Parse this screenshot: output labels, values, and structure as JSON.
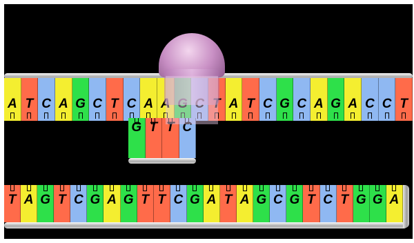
{
  "scene": {
    "description_icon": "dna-replication-diagram",
    "colors": {
      "A": "#f4ee30",
      "T": "#ff6b4a",
      "C": "#8fb8f2",
      "G": "#2ee04a",
      "backbone": "#c9c9c9",
      "enzyme": "#d8a6d6",
      "background": "#000000"
    },
    "template_strand_top": [
      "A",
      "T",
      "C",
      "A",
      "G",
      "C",
      "T",
      "C",
      "A",
      "A",
      "G",
      "C",
      "T",
      "A",
      "T",
      "C",
      "G",
      "C",
      "A",
      "G",
      "A",
      "C",
      "C",
      "T"
    ],
    "new_strand_fragment": [
      "G",
      "T",
      "T",
      "C"
    ],
    "strand_bottom": [
      "T",
      "A",
      "G",
      "T",
      "C",
      "G",
      "A",
      "G",
      "T",
      "T",
      "C",
      "G",
      "A",
      "T",
      "A",
      "G",
      "C",
      "G",
      "T",
      "C",
      "T",
      "G",
      "G",
      "A"
    ]
  }
}
